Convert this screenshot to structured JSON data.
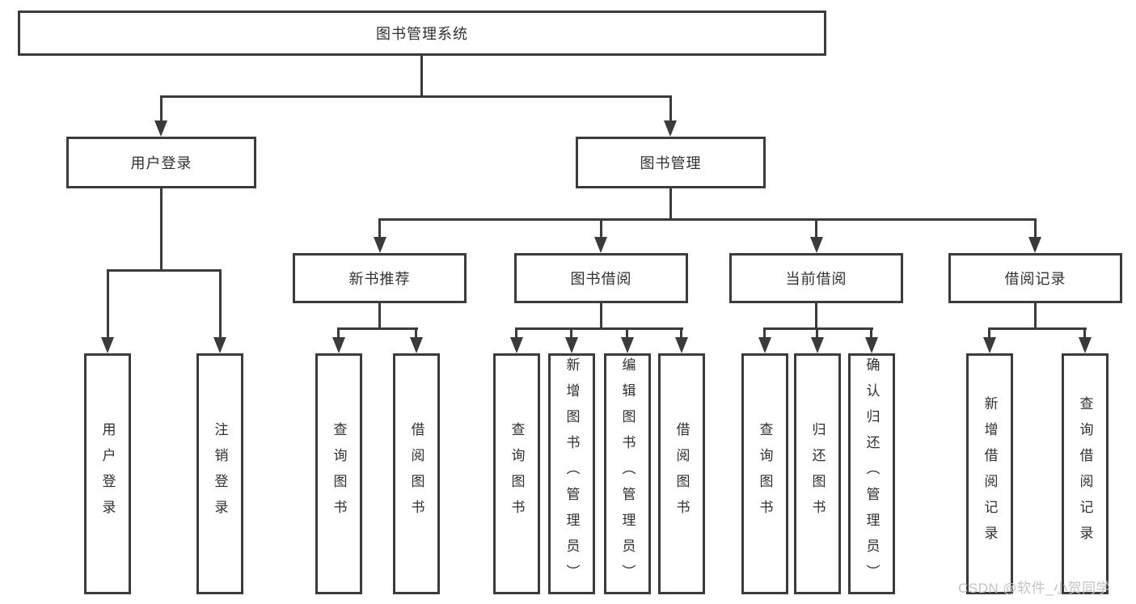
{
  "diagram": {
    "root": "图书管理系统",
    "branches": [
      {
        "label": "用户登录",
        "leaves": [
          "用户登录",
          "注销登录"
        ]
      },
      {
        "label": "图书管理",
        "groups": [
          {
            "label": "新书推荐",
            "leaves": [
              "查询图书",
              "借阅图书"
            ]
          },
          {
            "label": "图书借阅",
            "leaves": [
              "查询图书",
              "新增图书（管理员）",
              "编辑图书（管理员）",
              "借阅图书"
            ]
          },
          {
            "label": "当前借阅",
            "leaves": [
              "查询图书",
              "归还图书",
              "确认归还（管理员）"
            ]
          },
          {
            "label": "借阅记录",
            "leaves": [
              "新增借阅记录",
              "查询借阅记录"
            ]
          }
        ]
      }
    ]
  },
  "watermark": "CSDN @软件_小贺同学",
  "colors": {
    "line": "#3b3b3b",
    "text": "#303030",
    "watermark": "#c3c3c3",
    "background": "#ffffff"
  }
}
